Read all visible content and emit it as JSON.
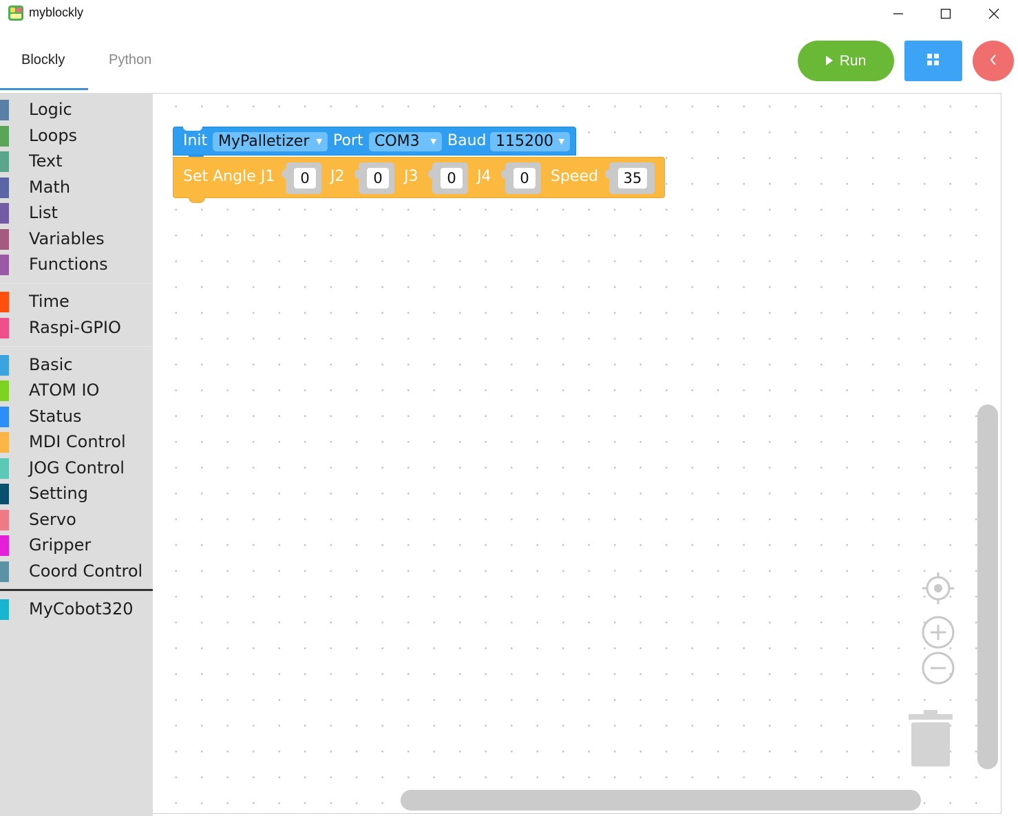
{
  "window": {
    "title": "myblockly"
  },
  "tabs": [
    {
      "label": "Blockly",
      "active": true
    },
    {
      "label": "Python",
      "active": false
    }
  ],
  "toolbar": {
    "run_label": "Run",
    "run_color": "#6ab936",
    "menu_color": "#3da4f5",
    "back_color": "#f06e6e"
  },
  "categories": [
    {
      "label": "Logic",
      "color": "#5b80a5"
    },
    {
      "label": "Loops",
      "color": "#5ba55b"
    },
    {
      "label": "Text",
      "color": "#5ba58c"
    },
    {
      "label": "Math",
      "color": "#5b67a5"
    },
    {
      "label": "List",
      "color": "#745ba5"
    },
    {
      "label": "Variables",
      "color": "#a55b80"
    },
    {
      "label": "Functions",
      "color": "#995ba5"
    },
    {
      "label": "Time",
      "color": "#ff4f0f"
    },
    {
      "label": "Raspi-GPIO",
      "color": "#f0508a"
    },
    {
      "label": "Basic",
      "color": "#3aa4e0"
    },
    {
      "label": "ATOM IO",
      "color": "#7ed321"
    },
    {
      "label": "Status",
      "color": "#2c8ef8"
    },
    {
      "label": "MDI Control",
      "color": "#fbb545"
    },
    {
      "label": "JOG Control",
      "color": "#5cc8b8"
    },
    {
      "label": "Setting",
      "color": "#08506e"
    },
    {
      "label": "Servo",
      "color": "#ef7a85"
    },
    {
      "label": "Gripper",
      "color": "#e320d8"
    },
    {
      "label": "Coord Control",
      "color": "#5b93a5"
    },
    {
      "label": "MyCobot320",
      "color": "#17b5d0"
    }
  ],
  "blocks": {
    "init": {
      "label": "Init",
      "device": "MyPalletizer",
      "port_label": "Port",
      "port": "COM3",
      "baud_label": "Baud",
      "baud": "115200",
      "color": "#2f9df0"
    },
    "set_angle": {
      "label": "Set Angle J1",
      "j1": "0",
      "j2_label": "J2",
      "j2": "0",
      "j3_label": "J3",
      "j3": "0",
      "j4_label": "J4",
      "j4": "0",
      "speed_label": "Speed",
      "speed": "35",
      "color": "#fbba3f"
    }
  },
  "workspace_icons": [
    "recenter-icon",
    "zoom-in-icon",
    "zoom-out-icon",
    "trash-icon"
  ]
}
